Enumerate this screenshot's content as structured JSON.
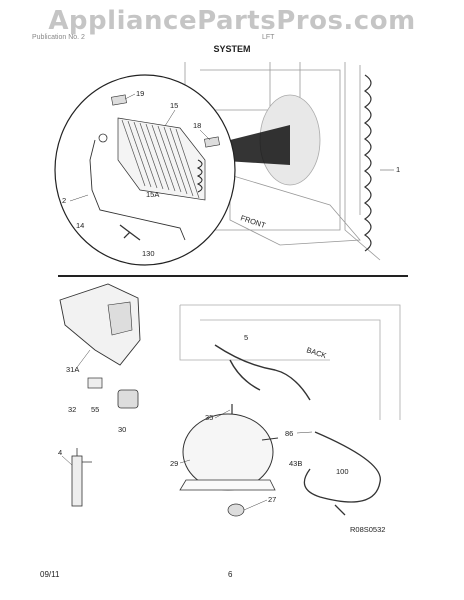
{
  "watermark": "AppliancePartsPros.com",
  "header": {
    "publication": "Publication No. 2",
    "model": "LFT",
    "section_title": "SYSTEM"
  },
  "labels": {
    "p1": "1",
    "p2": "2",
    "p14": "14",
    "p15": "15",
    "p15a": "15A",
    "p18": "18",
    "p19": "19",
    "p130": "130",
    "front": "FRONT",
    "p31a": "31A",
    "p32": "32",
    "p55": "55",
    "p30": "30",
    "p4": "4",
    "p5": "5",
    "back": "BACK",
    "p35": "35",
    "p29": "29",
    "p27": "27",
    "p86": "86",
    "p43b": "43B",
    "p100": "100",
    "diagram_code": "R08S0532"
  },
  "footer": {
    "date": "09/11",
    "page": "6"
  }
}
